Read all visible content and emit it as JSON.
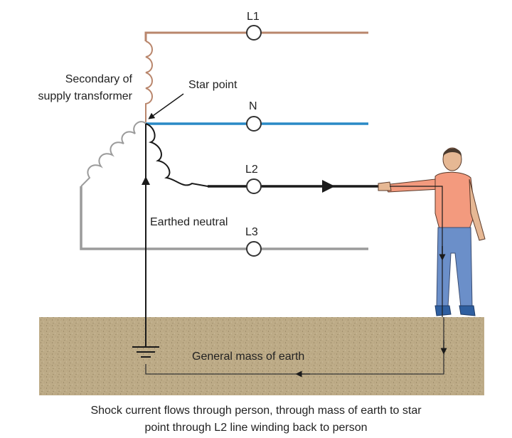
{
  "labels": {
    "l1": "L1",
    "n": "N",
    "l2": "L2",
    "l3": "L3",
    "secondary_line1": "Secondary of",
    "secondary_line2": "supply transformer",
    "star_point": "Star point",
    "earthed_neutral": "Earthed neutral",
    "mass_of_earth": "General mass of earth"
  },
  "caption": {
    "line1": "Shock current flows through person, through mass of earth to star",
    "line2": "point through L2 line winding back to person"
  },
  "colors": {
    "l1_conductor": "#b9866c",
    "neutral_conductor": "#2a8ac6",
    "l2_conductor": "#1a1a1a",
    "l3_conductor": "#9b9b9b",
    "earth_fill": "#bdab87",
    "shirt": "#f39a7e",
    "trousers": "#6b8fc9",
    "skin": "#e6b894"
  }
}
